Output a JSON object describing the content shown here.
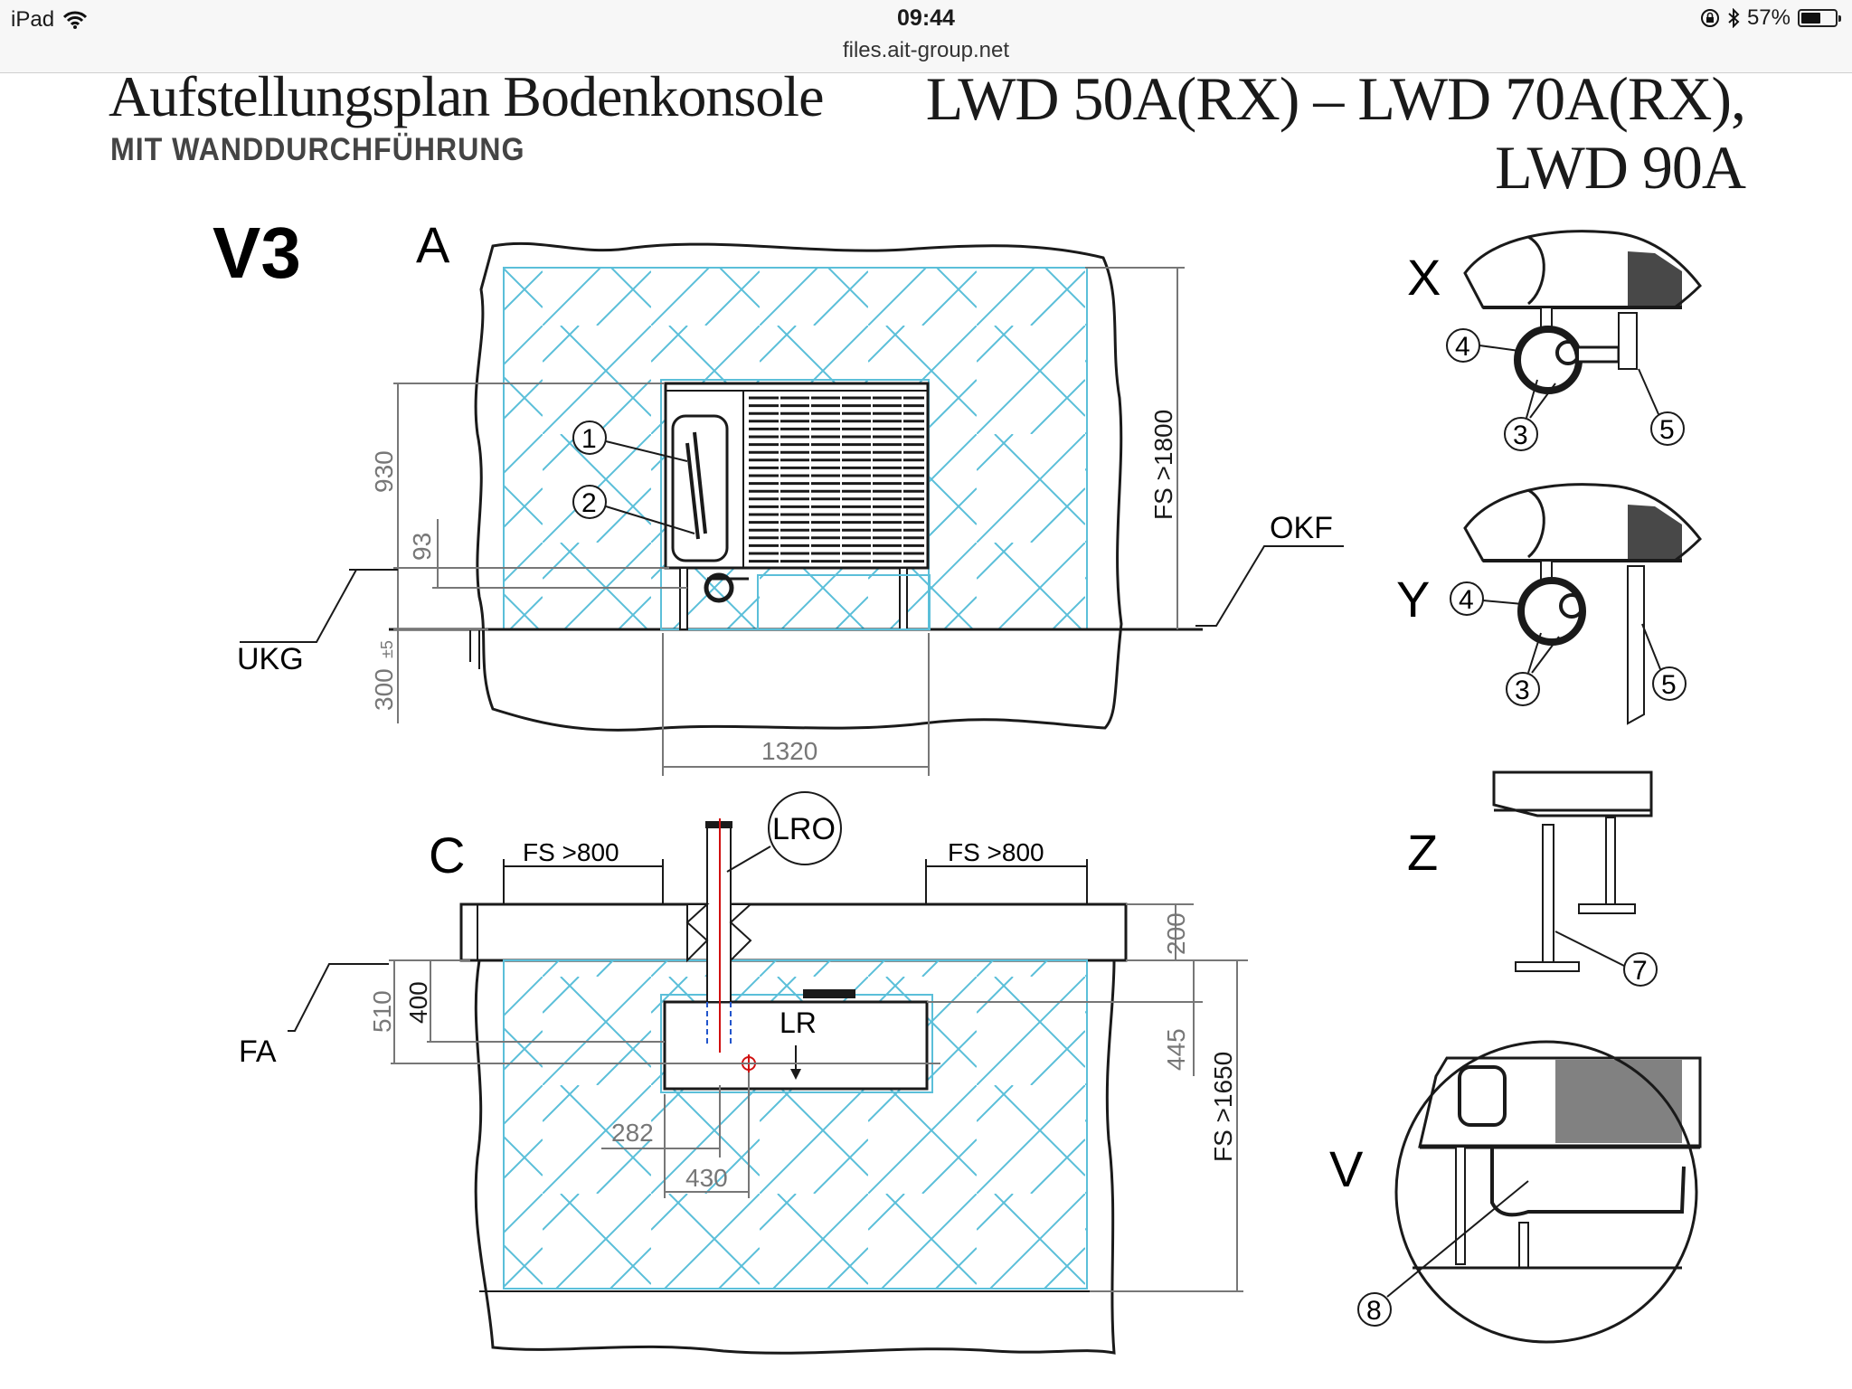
{
  "status_bar": {
    "device": "iPad",
    "time": "09:44",
    "url": "files.ait-group.net",
    "battery": "57%",
    "battery_fraction": 0.57
  },
  "document": {
    "title": "Aufstellungsplan Bodenkonsole",
    "subtitle": "MIT WANDDURCHFÜHRUNG",
    "model_line1": "LWD 50A(RX) – LWD 70A(RX),",
    "model_line2": "LWD 90A"
  },
  "drawing": {
    "variant": "V3",
    "view_a": {
      "label": "A",
      "callouts": [
        "1",
        "2"
      ],
      "dims": {
        "height": "930",
        "offset": "93",
        "base": "300",
        "base_tol": "±5",
        "width": "1320",
        "clearance": "FS >1800"
      },
      "level_labels": {
        "left": "UKG",
        "right": "OKF"
      }
    },
    "view_c": {
      "label": "C",
      "clear_left": "FS >800",
      "clear_right": "FS >800",
      "lro": "LRO",
      "lr": "LR",
      "dims": {
        "d510": "510",
        "d400": "400",
        "d200": "200",
        "d445": "445",
        "d282": "282",
        "d430": "430",
        "fs1650": "FS >1650"
      },
      "fa": "FA"
    },
    "details": {
      "x": {
        "label": "X",
        "callouts": [
          "4",
          "3",
          "5"
        ]
      },
      "y": {
        "label": "Y",
        "callouts": [
          "4",
          "3",
          "5"
        ]
      },
      "z": {
        "label": "Z",
        "callouts": [
          "7"
        ]
      },
      "v": {
        "label": "V",
        "callouts": [
          "8"
        ]
      }
    }
  },
  "colors": {
    "hatch": "#5bbfd9",
    "line": "#1a1a1a",
    "dim": "#777777",
    "red": "#d01010"
  }
}
